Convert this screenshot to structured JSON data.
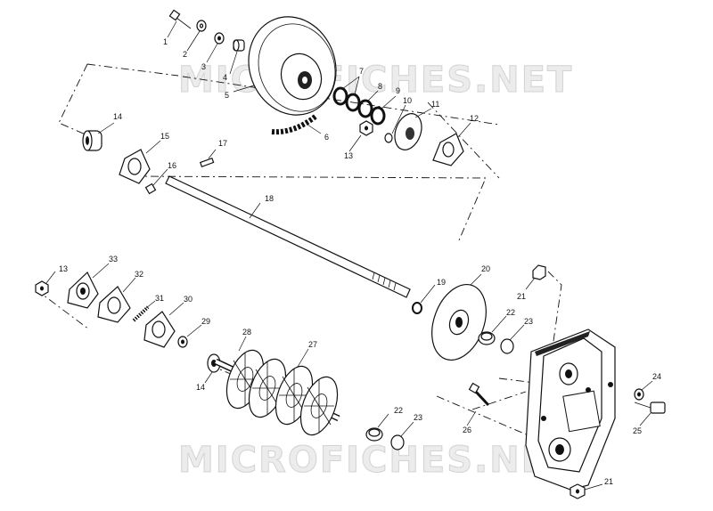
{
  "watermark": "MICROFICHES.NET",
  "callouts": [
    {
      "id": "c1",
      "text": "1"
    },
    {
      "id": "c2",
      "text": "2"
    },
    {
      "id": "c3",
      "text": "3"
    },
    {
      "id": "c4",
      "text": "4"
    },
    {
      "id": "c5",
      "text": "5"
    },
    {
      "id": "c6",
      "text": "6"
    },
    {
      "id": "c7",
      "text": "7"
    },
    {
      "id": "c8",
      "text": "8"
    },
    {
      "id": "c9",
      "text": "9"
    },
    {
      "id": "c10",
      "text": "10"
    },
    {
      "id": "c11",
      "text": "11"
    },
    {
      "id": "c12",
      "text": "12"
    },
    {
      "id": "c13a",
      "text": "13"
    },
    {
      "id": "c14a",
      "text": "14"
    },
    {
      "id": "c15",
      "text": "15"
    },
    {
      "id": "c16",
      "text": "16"
    },
    {
      "id": "c17",
      "text": "17"
    },
    {
      "id": "c18",
      "text": "18"
    },
    {
      "id": "c13b",
      "text": "13"
    },
    {
      "id": "c33",
      "text": "33"
    },
    {
      "id": "c32",
      "text": "32"
    },
    {
      "id": "c31",
      "text": "31"
    },
    {
      "id": "c30",
      "text": "30"
    },
    {
      "id": "c29",
      "text": "29"
    },
    {
      "id": "c28",
      "text": "28"
    },
    {
      "id": "c27",
      "text": "27"
    },
    {
      "id": "c14b",
      "text": "14"
    },
    {
      "id": "c19",
      "text": "19"
    },
    {
      "id": "c20",
      "text": "20"
    },
    {
      "id": "c21a",
      "text": "21"
    },
    {
      "id": "c22a",
      "text": "22"
    },
    {
      "id": "c23a",
      "text": "23"
    },
    {
      "id": "c22b",
      "text": "22"
    },
    {
      "id": "c23b",
      "text": "23"
    },
    {
      "id": "c26",
      "text": "26"
    },
    {
      "id": "c24",
      "text": "24"
    },
    {
      "id": "c25",
      "text": "25"
    },
    {
      "id": "c21b",
      "text": "21"
    }
  ]
}
